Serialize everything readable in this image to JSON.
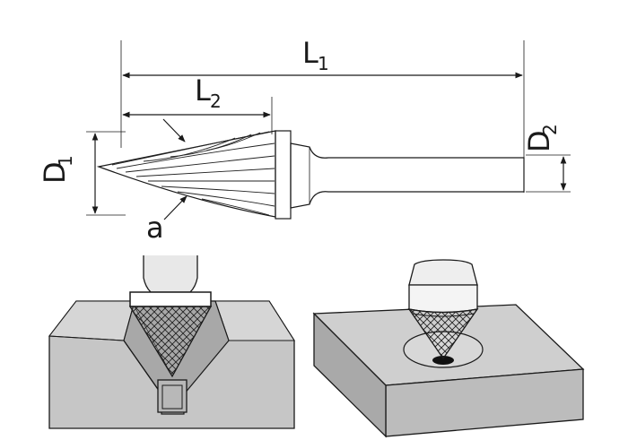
{
  "diagram": {
    "labels": {
      "L1": {
        "main": "L",
        "sub": "1"
      },
      "L2": {
        "main": "L",
        "sub": "2"
      },
      "D1": {
        "main": "D",
        "sub": "1"
      },
      "D2": {
        "main": "D",
        "sub": "2"
      },
      "a": "a"
    }
  }
}
